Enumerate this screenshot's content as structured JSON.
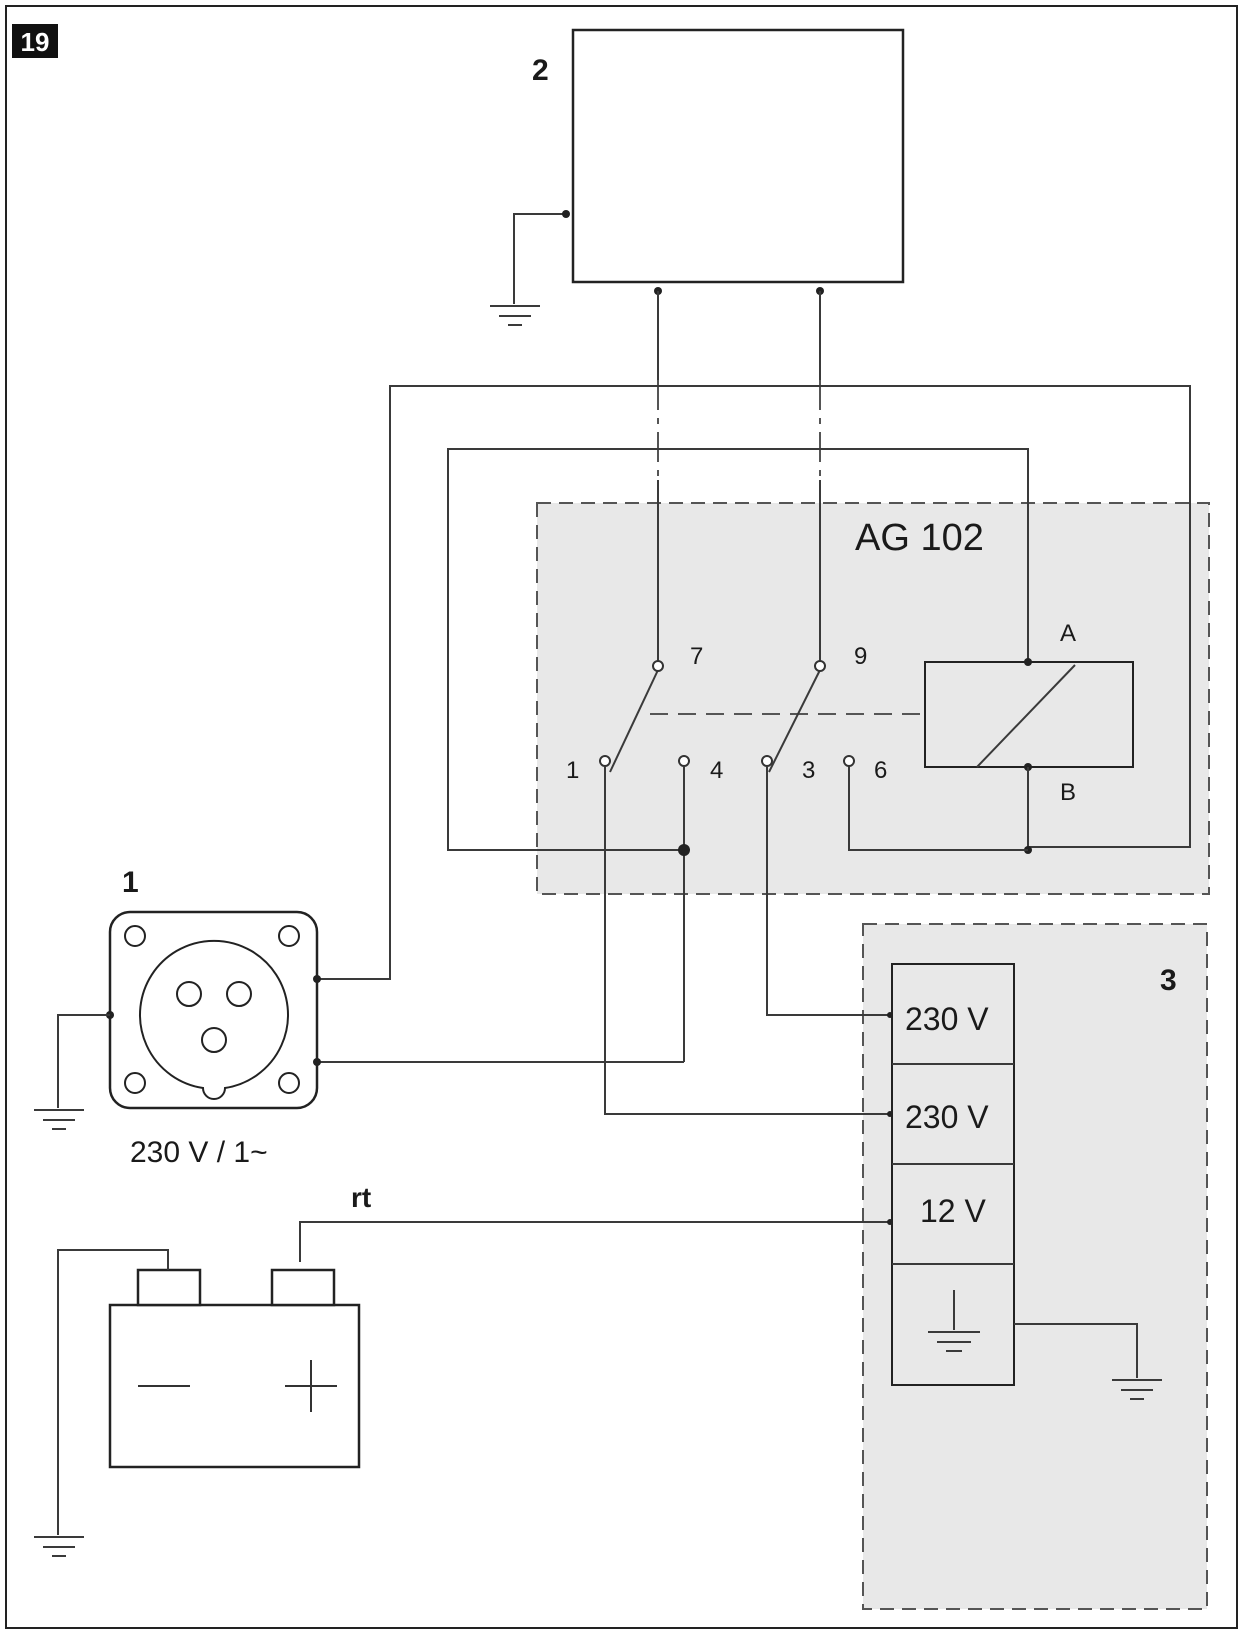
{
  "figure_number": "19",
  "labels": {
    "outlet": "1",
    "load": "2",
    "charger": "3",
    "relay_name": "AG 102",
    "outlet_rating": "230 V / 1~",
    "battery_wire": "rt",
    "battery_minus": "—",
    "battery_plus": "+"
  },
  "relay_terminals": {
    "t7": "7",
    "t9": "9",
    "t1": "1",
    "t4": "4",
    "t3": "3",
    "t6": "6",
    "coil_a": "A",
    "coil_b": "B"
  },
  "charger_terminals": [
    "230 V",
    "230 V",
    "12 V",
    ""
  ],
  "colors": {
    "wire": "#3a3a3a",
    "module_fill": "#e8e8e8",
    "tag_bg": "#111111",
    "tag_text": "#ffffff"
  }
}
